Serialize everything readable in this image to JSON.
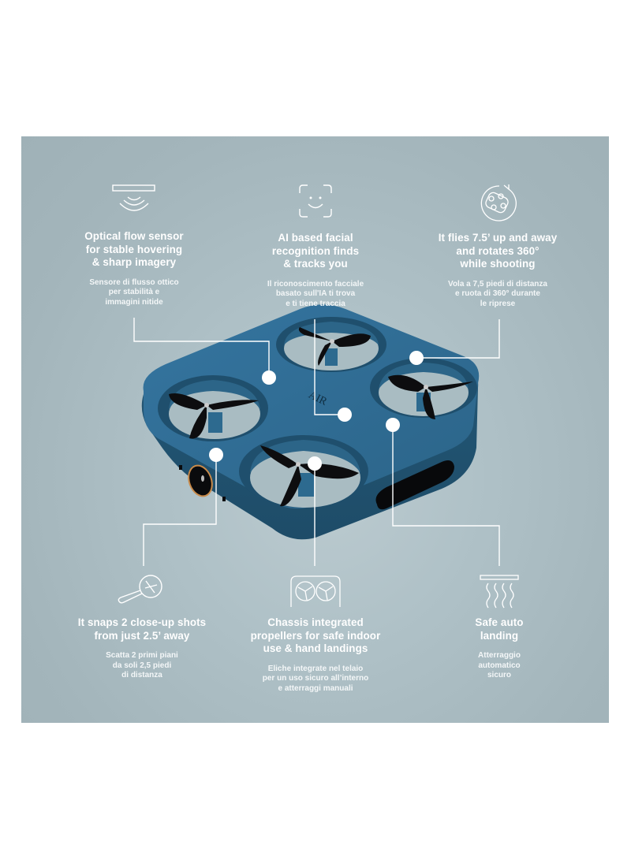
{
  "colors": {
    "panel_bg": "#a9bbc1",
    "drone_body": "#2e6a8e",
    "drone_shadow": "#1f4d68",
    "propeller": "#0d0d0f",
    "text": "#ffffff",
    "connector": "#ffffff"
  },
  "features": [
    {
      "id": "optical-flow",
      "icon": "optical-flow-sensor-icon",
      "title": "Optical flow sensor\nfor stable hovering\n& sharp imagery",
      "subtitle": "Sensore di flusso ottico\nper stabilità e\nimmagini nitide"
    },
    {
      "id": "face-recognition",
      "icon": "face-recognition-icon",
      "title": "AI based facial\nrecognition finds\n& tracks you",
      "subtitle": "Il riconoscimento facciale\nbasato sull'IA ti trova\ne ti tiene traccia"
    },
    {
      "id": "flies-rotates",
      "icon": "rotate-360-drone-icon",
      "title": "It flies 7.5’ up and away\nand rotates 360°\nwhile shooting",
      "subtitle": "Vola a 7,5 piedi di distanza\ne ruota di 360° durante\nle riprese"
    },
    {
      "id": "close-up",
      "icon": "magnifier-icon",
      "title": "It snaps 2 close-up shots\nfrom just 2.5’ away",
      "subtitle": "Scatta 2 primi piani\nda soli 2,5 piedi\ndi distanza"
    },
    {
      "id": "integrated-propellers",
      "icon": "integrated-propellers-icon",
      "title": "Chassis integrated\npropellers for safe indoor\nuse & hand landings",
      "subtitle": "Eliche integrate nel telaio\nper un uso sicuro all’interno\ne atterraggi manuali"
    },
    {
      "id": "auto-landing",
      "icon": "auto-landing-icon",
      "title": "Safe auto\nlanding",
      "subtitle": "Atterraggio\nautomatico\nsicuro"
    }
  ],
  "drone": {
    "logo": "AIR"
  }
}
